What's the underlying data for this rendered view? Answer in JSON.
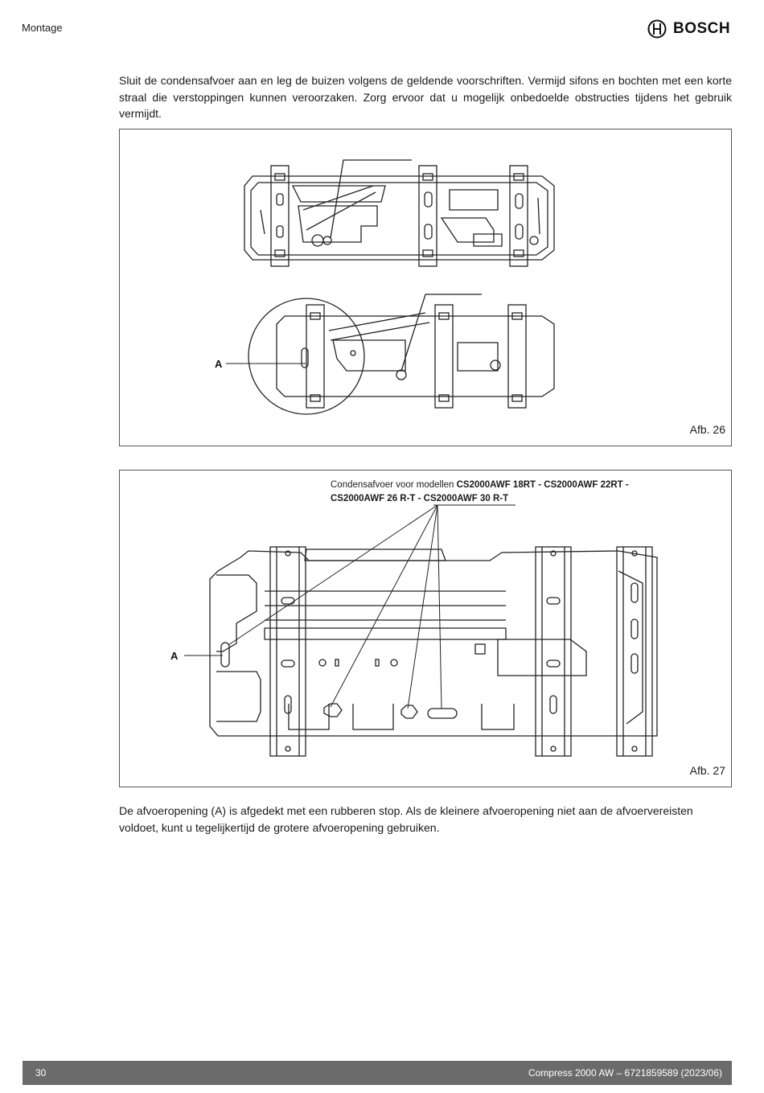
{
  "header": {
    "section": "Montage",
    "brand": "BOSCH",
    "logo_icon": "bosch-armature-icon"
  },
  "intro_text": "Sluit de condensafvoer aan en leg de buizen volgens de geldende voorschriften. Vermijd sifons en bochten met een korte straal die verstoppingen kunnen veroorzaken. Zorg ervoor dat u mogelijk onbedoelde obstructies tijdens het gebruik vermijdt.",
  "figure26": {
    "label": "Afb. 26",
    "marker": "A"
  },
  "figure27": {
    "label": "Afb. 27",
    "marker": "A",
    "callout_prefix": "Condensafvoer voor modellen ",
    "callout_bold_1": "CS2000AWF 18RT - CS2000AWF 22RT -",
    "callout_bold_2": "CS2000AWF 26 R-T - CS2000AWF 30 R-T"
  },
  "outro_text": "De afvoeropening (A) is afgedekt met een rubberen stop. Als de kleinere afvoeropening niet aan de afvoervereisten voldoet, kunt u tegelijkertijd de grotere afvoeropening gebruiken.",
  "footer": {
    "page_number": "30",
    "doc_ref": "Compress 2000 AW – 6721859589 (2023/06)"
  }
}
